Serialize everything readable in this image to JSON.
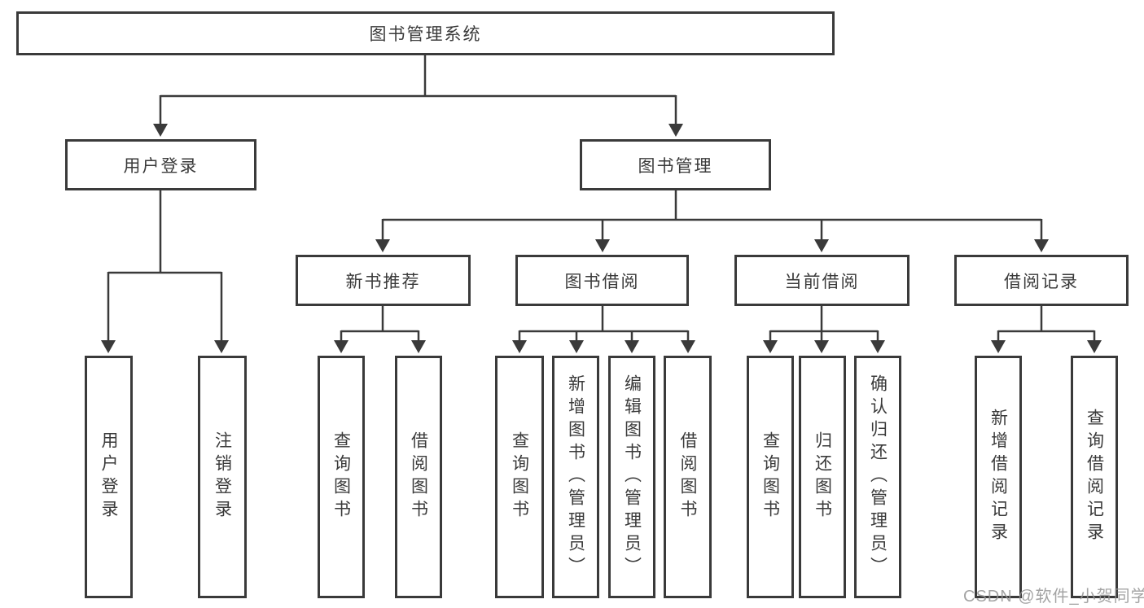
{
  "tree": {
    "label": "图书管理系统",
    "children": [
      {
        "label": "用户登录",
        "children": [
          {
            "label": "用户登录"
          },
          {
            "label": "注销登录"
          }
        ]
      },
      {
        "label": "图书管理",
        "children": [
          {
            "label": "新书推荐",
            "children": [
              {
                "label": "查询图书"
              },
              {
                "label": "借阅图书"
              }
            ]
          },
          {
            "label": "图书借阅",
            "children": [
              {
                "label": "查询图书"
              },
              {
                "label": "新增图书（管理员）"
              },
              {
                "label": "编辑图书（管理员）"
              },
              {
                "label": "借阅图书"
              }
            ]
          },
          {
            "label": "当前借阅",
            "children": [
              {
                "label": "查询图书"
              },
              {
                "label": "归还图书"
              },
              {
                "label": "确认归还（管理员）"
              }
            ]
          },
          {
            "label": "借阅记录",
            "children": [
              {
                "label": "新增借阅记录"
              },
              {
                "label": "查询借阅记录"
              }
            ]
          }
        ]
      }
    ]
  },
  "watermark": {
    "text": "CSDN @软件_小贺同学"
  },
  "colors": {
    "line": "#3a3a3a",
    "box_border": "#3a3a3a",
    "box_fill": "#ffffff",
    "text": "#3a3a3a",
    "watermark": "#949494",
    "background": "#ffffff"
  }
}
